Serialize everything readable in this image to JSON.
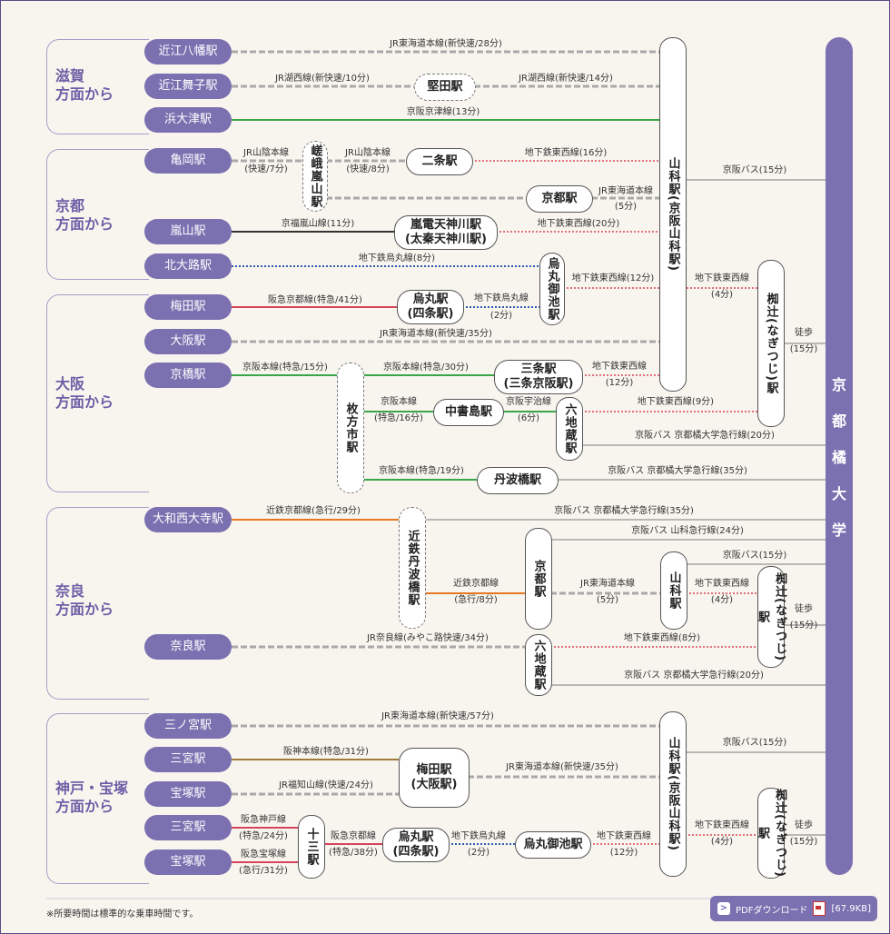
{
  "university": "京都橘大学",
  "note": "※所要時間は標準的な乗車時間です。",
  "pdf": {
    "label": "PDFダウンロード",
    "size": "[67.9KB]",
    "icon": "pdf-icon"
  },
  "regions": [
    {
      "key": "shiga",
      "name": "滋賀\n方面から"
    },
    {
      "key": "kyoto",
      "name": "京都\n方面から"
    },
    {
      "key": "osaka",
      "name": "大阪\n方面から"
    },
    {
      "key": "nara",
      "name": "奈良\n方面から"
    },
    {
      "key": "kobe",
      "name": "神戸・宝塚\n方面から"
    }
  ],
  "origins": {
    "o1": "近江八幡駅",
    "o2": "近江舞子駅",
    "o3": "浜大津駅",
    "o4": "亀岡駅",
    "o5": "嵐山駅",
    "o6": "北大路駅",
    "o7": "梅田駅",
    "o8": "大阪駅",
    "o9": "京橋駅",
    "o10": "大和西大寺駅",
    "o11": "奈良駅",
    "o12": "三ノ宮駅",
    "o13": "三宮駅",
    "o14": "宝塚駅",
    "o15": "三宮駅",
    "o16": "宝塚駅"
  },
  "stations": {
    "katata": "堅田駅",
    "nijo": "二条駅",
    "kyoto1": "京都駅",
    "randen": "嵐電天神川駅\n(太秦天神川駅)",
    "karasuma1": "烏丸駅\n(四条駅)",
    "sanjo": "三条駅\n(三条京阪駅)",
    "nakanoshima": "中書島駅",
    "tanbabashi": "丹波橋駅",
    "umeda": "梅田駅\n(大阪駅)",
    "karasuma2": "烏丸駅\n(四条駅)",
    "karasumaoike2": "烏丸御池駅",
    "sagaarashiyama": "嵯峨嵐山駅",
    "karasumaoike1": "烏丸御池駅",
    "yamashina1": "山科駅(京阪山科駅)",
    "nagitsuji1": "椥辻(なぎつじ)駅",
    "hirakatashi": "枚方市駅",
    "rokujizo1": "六地蔵駅",
    "kintetsutanbabashi": "近鉄丹波橋駅",
    "kyoto2": "京都駅",
    "yamashina2": "山科駅",
    "nagitsuji2": "椥辻(なぎつじ)駅",
    "rokujizo2": "六地蔵駅",
    "yamashina3": "山科駅(京阪山科駅)",
    "nagitsuji3": "椥辻(なぎつじ)駅",
    "juso": "十三駅"
  },
  "labels": {
    "l1": "JR東海道本線(新快速/28分)",
    "l2": "JR湖西線(新快速/10分)",
    "l3": "JR湖西線(新快速/14分)",
    "l4": "京阪京津線(13分)",
    "l5": "JR山陰本線",
    "l6": "(快速/7分)",
    "l7": "JR山陰本線",
    "l8": "(快速/8分)",
    "l9": "地下鉄東西線(16分)",
    "l10": "JR東海道本線",
    "l11": "(5分)",
    "l12": "京阪バス(15分)",
    "l13": "京福嵐山線(11分)",
    "l14": "地下鉄東西線(20分)",
    "l15": "地下鉄烏丸線(8分)",
    "l16": "地下鉄東西線(12分)",
    "l17": "地下鉄東西線",
    "l18": "(4分)",
    "l19": "阪急京都線(特急/41分)",
    "l20": "地下鉄烏丸線",
    "l21": "(2分)",
    "l22": "徒歩",
    "l23": "(15分)",
    "l24": "JR東海道本線(新快速/35分)",
    "l25": "京阪本線(特急/15分)",
    "l26": "京阪本線(特急/30分)",
    "l27": "地下鉄東西線",
    "l28": "(12分)",
    "l29": "京阪本線",
    "l30": "(特急/16分)",
    "l31": "京阪宇治線",
    "l32": "(6分)",
    "l33": "地下鉄東西線(9分)",
    "l34": "京阪バス 京都橘大学急行線(20分)",
    "l35": "京阪本線(特急/19分)",
    "l36": "京阪バス 京都橘大学急行線(35分)",
    "l37": "近鉄京都線(急行/29分)",
    "l38": "京阪バス 京都橘大学急行線(35分)",
    "l39": "京阪バス 山科急行線(24分)",
    "l40": "京阪バス(15分)",
    "l41": "近鉄京都線",
    "l42": "(急行/8分)",
    "l43": "JR東海道本線",
    "l44": "(5分)",
    "l45": "地下鉄東西線",
    "l46": "(4分)",
    "l47": "徒歩",
    "l48": "(15分)",
    "l49": "JR奈良線(みやこ路快速/34分)",
    "l50": "地下鉄東西線(8分)",
    "l51": "京阪バス 京都橘大学急行線(20分)",
    "l52": "JR東海道本線(新快速/57分)",
    "l53": "京阪バス(15分)",
    "l54": "阪神本線(特急/31分)",
    "l55": "JR東海道本線(新快速/35分)",
    "l56": "JR福知山線(快速/24分)",
    "l57": "阪急神戸線",
    "l58": "(特急/24分)",
    "l59": "阪急京都線",
    "l60": "(特急/38分)",
    "l61": "地下鉄烏丸線",
    "l62": "(2分)",
    "l63": "地下鉄東西線",
    "l64": "(12分)",
    "l65": "地下鉄東西線",
    "l66": "(4分)",
    "l67": "阪急宝塚線",
    "l68": "(急行/31分)",
    "l69": "徒歩",
    "l70": "(15分)"
  },
  "colors": {
    "jr": "#a9a9a9",
    "keihan": "#3aa64a",
    "subway_tozai": "#e0707a",
    "subway_karasuma": "#2d5bb3",
    "hankyu": "#d6435a",
    "randen": "#333333",
    "kintetsu": "#e87722",
    "bus": "#7c7c7c",
    "hanshin": "#a07c3c",
    "accent": "#7b70b0"
  }
}
